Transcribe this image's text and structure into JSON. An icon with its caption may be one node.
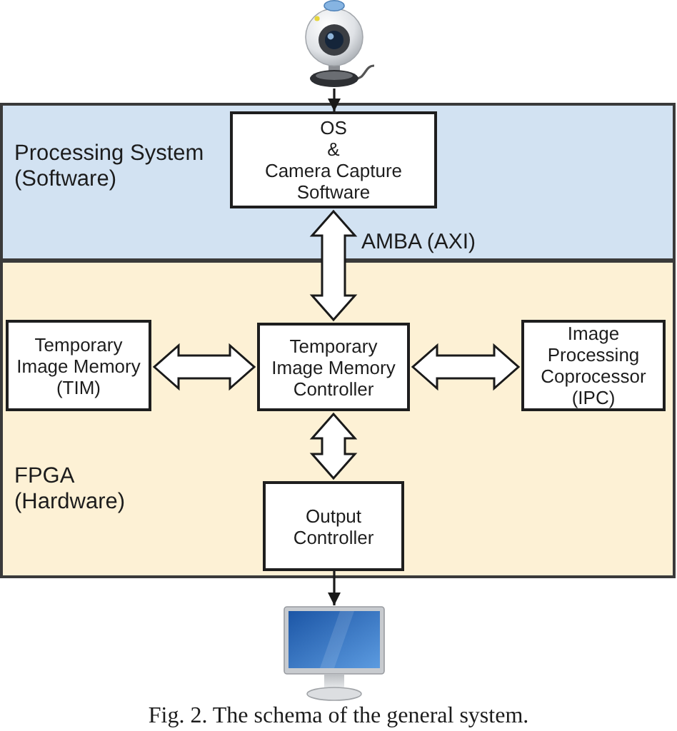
{
  "diagram": {
    "caption": "Fig. 2. The schema of the general system.",
    "nodes": [
      {
        "text": [],
        "shape": "picture"
      },
      {
        "text": [
          "Processing System (Software)"
        ]
      },
      {
        "text": [
          "OS",
          "&",
          "Camera Capture Software"
        ],
        "in": 1
      },
      {
        "text": [
          "FPGA (Hardware)"
        ]
      },
      {
        "text": [
          "Temporary Image Memory (TIM)"
        ],
        "in": 3
      },
      {
        "text": [
          "Temporary Image Memory Controller"
        ],
        "in": 3
      },
      {
        "text": [
          "Image Processing Coprocessor (IPC)"
        ],
        "in": 3
      },
      {
        "text": [
          "Output Controller"
        ],
        "in": 3
      },
      {
        "text": [],
        "shape": "picture"
      }
    ],
    "edges": [
      {
        "from": 0,
        "to": 2,
        "arrow": "to"
      },
      {
        "from": 2,
        "to": 5,
        "arrow": "both",
        "label": "AMBA (AXI)",
        "style": "thick"
      },
      {
        "from": 4,
        "to": 5,
        "arrow": "both",
        "style": "thick"
      },
      {
        "from": 5,
        "to": 6,
        "arrow": "both",
        "style": "thick"
      },
      {
        "from": 5,
        "to": 7,
        "arrow": "both",
        "style": "thick"
      },
      {
        "from": 7,
        "to": 8,
        "arrow": "to"
      }
    ]
  }
}
